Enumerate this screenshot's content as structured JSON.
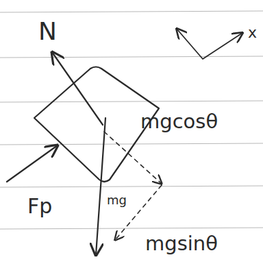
{
  "diagram": {
    "labels": [
      "N",
      "x",
      "mgcosθ",
      "Fp",
      "mg",
      "mgsinθ"
    ]
  }
}
